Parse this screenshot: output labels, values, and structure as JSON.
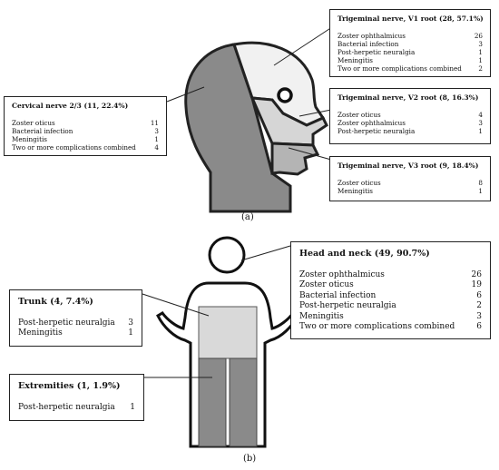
{
  "panel_a": {
    "caption": "(a)",
    "boxes": [
      {
        "title": "Trigeminal nerve, V1 root (28, 57.1%)",
        "rows": [
          [
            "Zoster ophthalmicus",
            "26"
          ],
          [
            "Bacterial infection",
            "3"
          ],
          [
            "Post-herpetic neuralgia",
            "1"
          ],
          [
            "Meningitis",
            "1"
          ],
          [
            "Two or more complications combined",
            "2"
          ]
        ]
      },
      {
        "title": "Cervical nerve 2/3 (11, 22.4%)",
        "rows": [
          [
            "Zoster oticus",
            "11"
          ],
          [
            "Bacterial infection",
            "3"
          ],
          [
            "Meningitis",
            "1"
          ],
          [
            "Two or more complications combined",
            "4"
          ]
        ]
      },
      {
        "title": "Trigeminal nerve, V2 root (8, 16.3%)",
        "rows": [
          [
            "Zoster oticus",
            "4"
          ],
          [
            "Zoster ophthalmicus",
            "3"
          ],
          [
            "Post-herpetic neuralgia",
            "1"
          ]
        ]
      },
      {
        "title": "Trigeminal nerve, V3 root (9, 18.4%)",
        "rows": [
          [
            "Zoster oticus",
            "8"
          ],
          [
            "Meningitis",
            "1"
          ]
        ]
      }
    ]
  },
  "panel_b": {
    "caption": "(b)",
    "boxes": [
      {
        "title": "Head and neck (49, 90.7%)",
        "rows": [
          [
            "Zoster ophthalmicus",
            "26"
          ],
          [
            "Zoster oticus",
            "19"
          ],
          [
            "Bacterial infection",
            "6"
          ],
          [
            "Post-herpetic neuralgia",
            "2"
          ],
          [
            "Meningitis",
            "3"
          ],
          [
            "Two or more complications combined",
            "6"
          ]
        ]
      },
      {
        "title": "Trunk (4, 7.4%)",
        "rows": [
          [
            "Post-herpetic neuralgia",
            "3"
          ],
          [
            "Meningitis",
            "1"
          ]
        ]
      },
      {
        "title": "Extremities (1, 1.9%)",
        "rows": [
          [
            "Post-herpetic neuralgia",
            "1"
          ]
        ]
      }
    ]
  },
  "colors": {
    "cervical": "#8a8a8a",
    "v1": "#f1f1f1",
    "v2": "#d6d6d6",
    "v3": "#b4b4b4",
    "outline": "#222222"
  }
}
